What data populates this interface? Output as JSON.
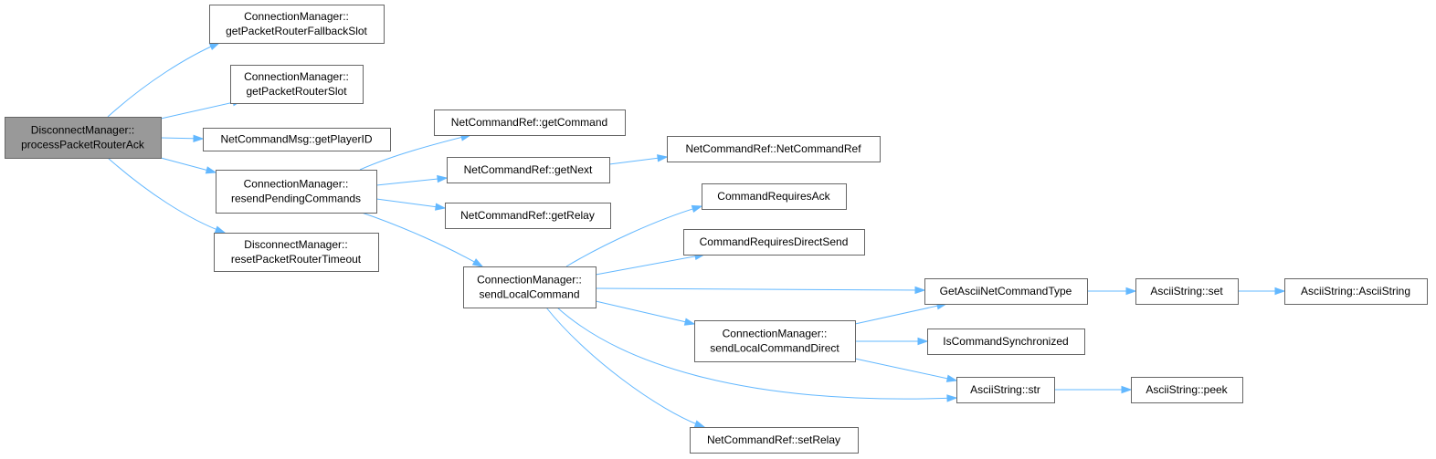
{
  "graph": {
    "accent_color": "#63b8ff",
    "root_fill": "#999999",
    "node_border": "#666666",
    "nodes": [
      {
        "id": "n_root",
        "lines": [
          "DisconnectManager::",
          "processPacketRouterAck"
        ],
        "root": true
      },
      {
        "id": "n_fallback",
        "lines": [
          "ConnectionManager::",
          "getPacketRouterFallbackSlot"
        ]
      },
      {
        "id": "n_slot",
        "lines": [
          "ConnectionManager::",
          "getPacketRouterSlot"
        ]
      },
      {
        "id": "n_playerid",
        "lines": [
          "NetCommandMsg::getPlayerID"
        ]
      },
      {
        "id": "n_resend",
        "lines": [
          "ConnectionManager::",
          "resendPendingCommands"
        ]
      },
      {
        "id": "n_reset",
        "lines": [
          "DisconnectManager::",
          "resetPacketRouterTimeout"
        ]
      },
      {
        "id": "n_getcmd",
        "lines": [
          "NetCommandRef::getCommand"
        ]
      },
      {
        "id": "n_getnext",
        "lines": [
          "NetCommandRef::getNext"
        ]
      },
      {
        "id": "n_getrelay",
        "lines": [
          "NetCommandRef::getRelay"
        ]
      },
      {
        "id": "n_sendlocal",
        "lines": [
          "ConnectionManager::",
          "sendLocalCommand"
        ]
      },
      {
        "id": "n_ctor",
        "lines": [
          "NetCommandRef::NetCommandRef"
        ]
      },
      {
        "id": "n_reqack",
        "lines": [
          "CommandRequiresAck"
        ]
      },
      {
        "id": "n_reqdirect",
        "lines": [
          "CommandRequiresDirectSend"
        ]
      },
      {
        "id": "n_sendlocaldirect",
        "lines": [
          "ConnectionManager::",
          "sendLocalCommandDirect"
        ]
      },
      {
        "id": "n_setrelay",
        "lines": [
          "NetCommandRef::setRelay"
        ]
      },
      {
        "id": "n_gettype",
        "lines": [
          "GetAsciiNetCommandType"
        ]
      },
      {
        "id": "n_issync",
        "lines": [
          "IsCommandSynchronized"
        ]
      },
      {
        "id": "n_str",
        "lines": [
          "AsciiString::str"
        ]
      },
      {
        "id": "n_set",
        "lines": [
          "AsciiString::set"
        ]
      },
      {
        "id": "n_peek",
        "lines": [
          "AsciiString::peek"
        ]
      },
      {
        "id": "n_asciictor",
        "lines": [
          "AsciiString::AsciiString"
        ]
      }
    ],
    "edges": [
      {
        "from": "n_root",
        "to": "n_fallback"
      },
      {
        "from": "n_root",
        "to": "n_slot"
      },
      {
        "from": "n_root",
        "to": "n_playerid"
      },
      {
        "from": "n_root",
        "to": "n_resend"
      },
      {
        "from": "n_root",
        "to": "n_reset"
      },
      {
        "from": "n_resend",
        "to": "n_getcmd"
      },
      {
        "from": "n_resend",
        "to": "n_getnext"
      },
      {
        "from": "n_resend",
        "to": "n_getrelay"
      },
      {
        "from": "n_resend",
        "to": "n_sendlocal"
      },
      {
        "from": "n_getnext",
        "to": "n_ctor"
      },
      {
        "from": "n_sendlocal",
        "to": "n_reqack"
      },
      {
        "from": "n_sendlocal",
        "to": "n_reqdirect"
      },
      {
        "from": "n_sendlocal",
        "to": "n_gettype"
      },
      {
        "from": "n_sendlocal",
        "to": "n_sendlocaldirect"
      },
      {
        "from": "n_sendlocal",
        "to": "n_str"
      },
      {
        "from": "n_sendlocal",
        "to": "n_setrelay"
      },
      {
        "from": "n_sendlocaldirect",
        "to": "n_gettype"
      },
      {
        "from": "n_sendlocaldirect",
        "to": "n_issync"
      },
      {
        "from": "n_sendlocaldirect",
        "to": "n_str"
      },
      {
        "from": "n_gettype",
        "to": "n_set"
      },
      {
        "from": "n_set",
        "to": "n_asciictor"
      },
      {
        "from": "n_str",
        "to": "n_peek"
      }
    ]
  }
}
